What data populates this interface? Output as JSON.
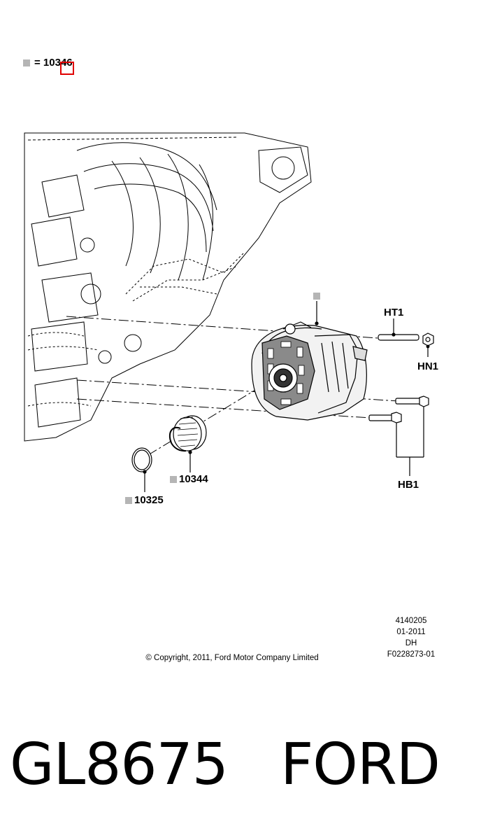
{
  "legend": {
    "equals_text": "= 10346"
  },
  "callouts": {
    "ht1": "HT1",
    "hn1": "HN1",
    "hb1": "HB1",
    "p10344": "10344",
    "p10325": "10325"
  },
  "meta": [
    "4140205",
    "01-2011",
    "DH",
    "F0228273-01"
  ],
  "copyright": "© Copyright, 2011, Ford Motor Company Limited",
  "footer_title": "GL8675   FORD"
}
